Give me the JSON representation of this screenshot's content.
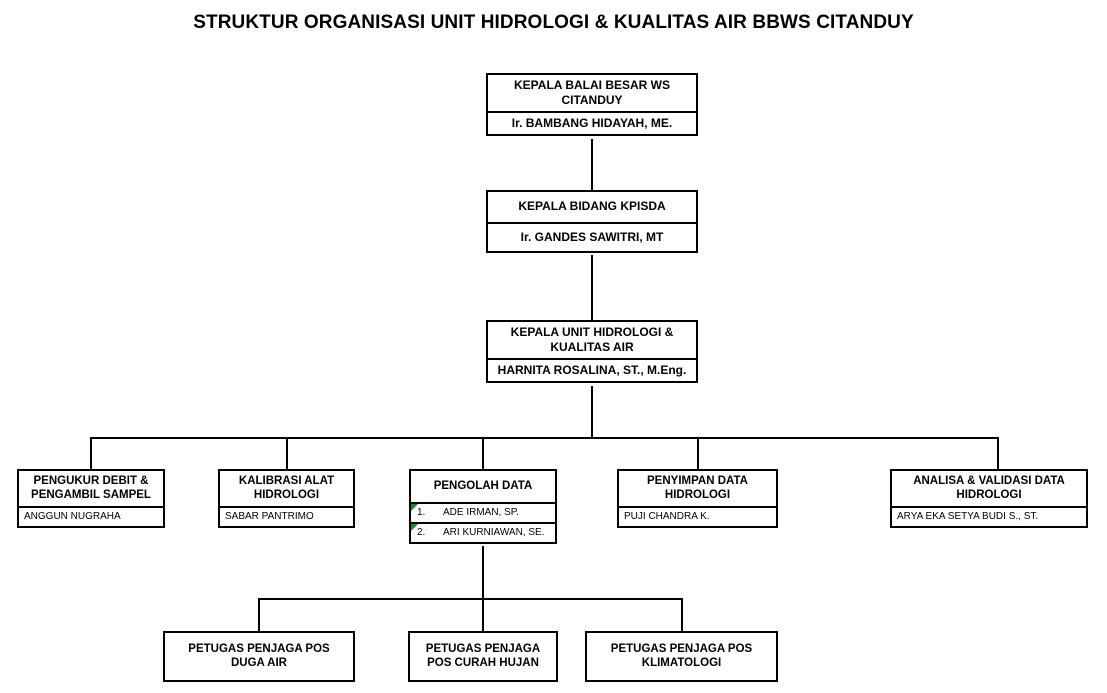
{
  "page": {
    "title": "STRUKTUR ORGANISASI UNIT HIDROLOGI & KUALITAS AIR BBWS CITANDUY",
    "line_color": "#000000",
    "background": "#ffffff",
    "marker_color": "#178c2c"
  },
  "nodes": {
    "kepala_balai": {
      "title": "KEPALA BALAI BESAR WS\nCITANDUY",
      "name": "Ir. BAMBANG HIDAYAH, ME."
    },
    "kepala_bidang": {
      "title": "KEPALA BIDANG KPISDA",
      "name": "Ir. GANDES SAWITRI, MT"
    },
    "kepala_unit": {
      "title": "KEPALA UNIT HIDROLOGI &\nKUALITAS AIR",
      "name": "HARNITA ROSALINA, ST., M.Eng."
    },
    "pengukur_debit": {
      "title": "PENGUKUR DEBIT &\nPENGAMBIL SAMPEL",
      "name": "ANGGUN NUGRAHA"
    },
    "kalibrasi_alat": {
      "title": "KALIBRASI ALAT\nHIDROLOGI",
      "name": "SABAR PANTRIMO"
    },
    "pengolah_data": {
      "title": "PENGOLAH DATA",
      "members": [
        {
          "num": "1.",
          "name": "ADE IRMAN, SP."
        },
        {
          "num": "2.",
          "name": "ARI KURNIAWAN, SE."
        }
      ]
    },
    "penyimpan_data": {
      "title": "PENYIMPAN DATA\nHIDROLOGI",
      "name": "PUJI CHANDRA K."
    },
    "analisa_validasi": {
      "title": "ANALISA & VALIDASI DATA\nHIDROLOGI",
      "name": "ARYA EKA SETYA BUDI S., ST."
    },
    "pos_duga_air": {
      "title": "PETUGAS PENJAGA POS\nDUGA AIR"
    },
    "pos_curah_hujan": {
      "title": "PETUGAS PENJAGA\nPOS CURAH HUJAN"
    },
    "pos_klimatologi": {
      "title": "PETUGAS PENJAGA POS\nKLIMATOLOGI"
    }
  }
}
